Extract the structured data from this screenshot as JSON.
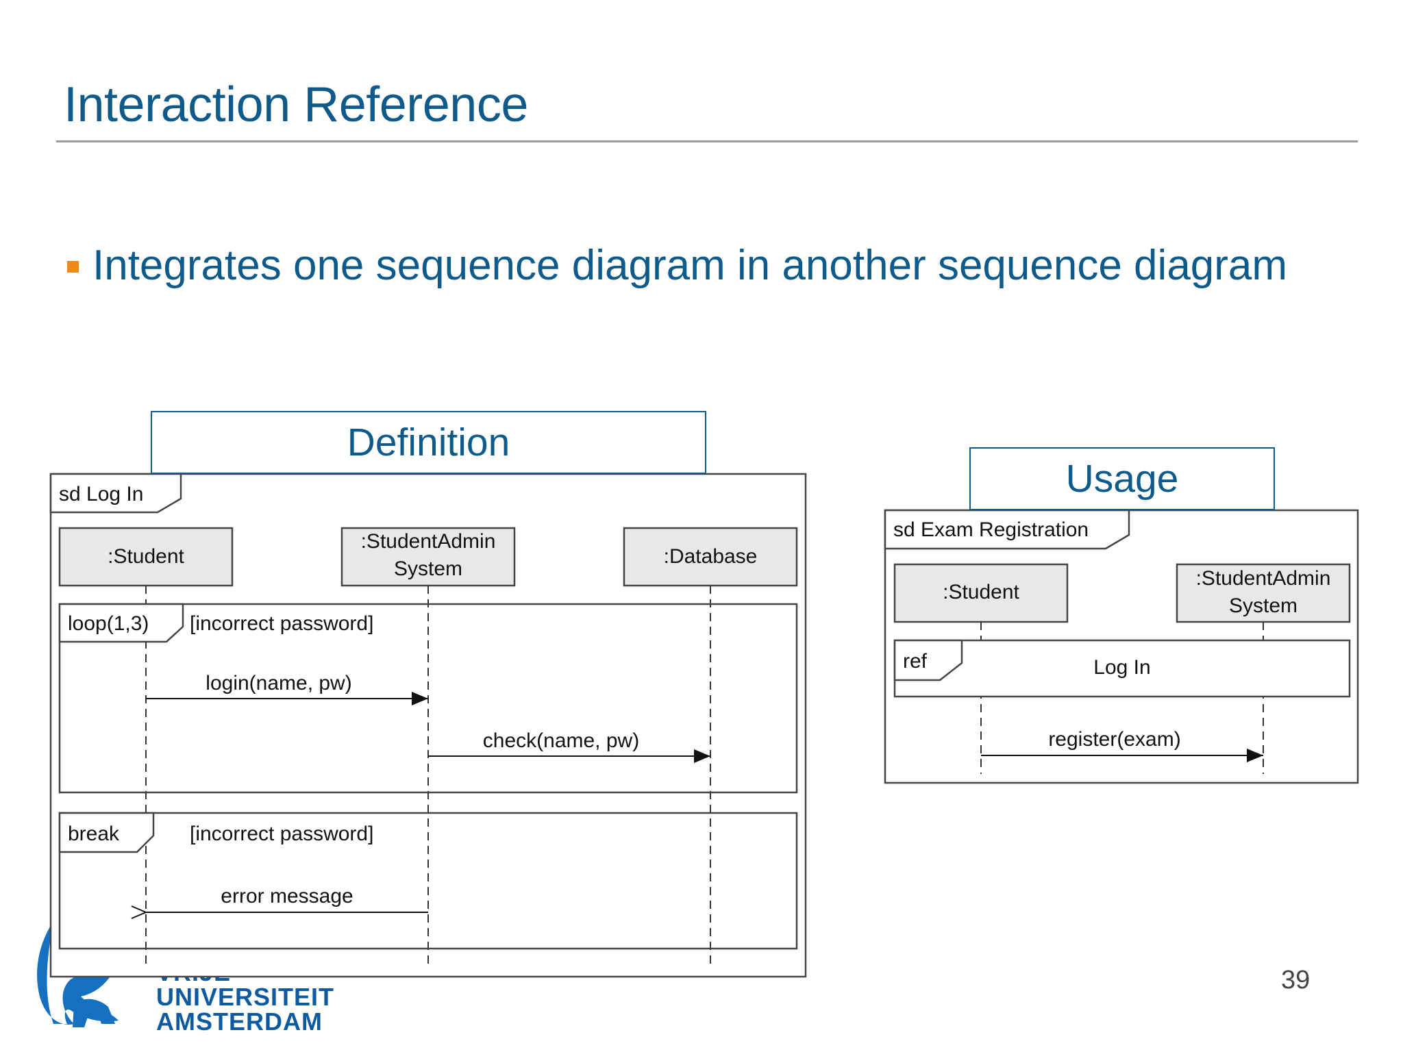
{
  "slide": {
    "title": "Interaction Reference",
    "bullet": "Integrates one sequence diagram in another sequence diagram",
    "page_number": "39"
  },
  "definition": {
    "label": "Definition",
    "frame_title": "sd Log In",
    "lifelines": [
      ":Student",
      ":StudentAdmin System",
      ":Database"
    ],
    "loop_fragment": {
      "operator": "loop(1,3)",
      "guard": "[incorrect password]"
    },
    "messages": [
      "login(name, pw)",
      "check(name, pw)"
    ],
    "break_fragment": {
      "operator": "break",
      "guard": "[incorrect password]",
      "message": "error message"
    }
  },
  "usage": {
    "label": "Usage",
    "frame_title": "sd Exam Registration",
    "lifelines": [
      ":Student",
      ":StudentAdmin System"
    ],
    "ref_fragment": {
      "operator": "ref",
      "name": "Log In"
    },
    "message": "register(exam)"
  },
  "logo": {
    "line1": "VRIJE",
    "line2": "UNIVERSITEIT",
    "line3": "AMSTERDAM"
  },
  "colors": {
    "title": "#0e5a8a",
    "bullet": "#ef8a17",
    "lifeline_box": "#e8e8ea",
    "logo": "#0e5aa0"
  }
}
